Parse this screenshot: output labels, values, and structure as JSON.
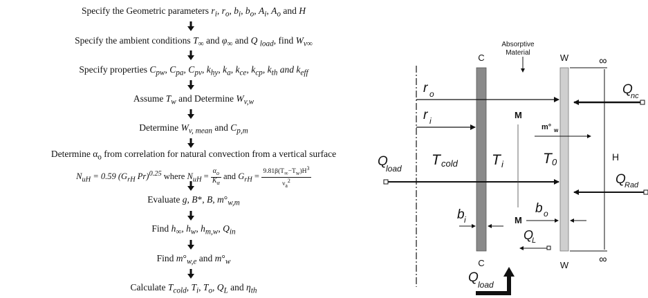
{
  "flowchart": {
    "steps": [
      "Specify the Geometric parameters r_i, r_o, b_i, b_o, A_i, A_o and H",
      "Specify the ambient conditions T_∞ and φ_∞ and Q_load, find W_v∞",
      "Specify properties C_pw, C_pa, C_pv, k_hy, k_a, k_ce, k_cp, k_th and k_eff",
      "Assume T_w and Determine W_v,w",
      "Determine W_v, mean and C_p,m",
      "Determine α_o from correlation for natural convection from a vertical surface",
      "N_uH = 0.59 (G_rH Pr)^0.25 where N_uH = α_o/K_a and G_rH = 9.81β(T∞−T_w)H³/ν_a²",
      "Evaluate g, B*, B, m°_w,m",
      "Find h_∞, h_w, h_m,w, Q_in",
      "Find m°_w,e and m°_w",
      "Calculate T_cold, T_i, T_o, Q_L and η_th"
    ]
  },
  "diagram": {
    "label_absorptive": "Absorptive",
    "label_material": "Material",
    "label_c_top": "C",
    "label_c_bottom": "C",
    "label_w_top": "W",
    "label_w_bottom": "W",
    "label_inf_top": "∞",
    "label_inf_bottom": "∞",
    "label_ro": "r",
    "label_ro_sub": "o",
    "label_ri": "r",
    "label_ri_sub": "i",
    "label_m_top": "M",
    "label_m_bottom": "M",
    "label_mw": "m°",
    "label_mw_sub": "w",
    "label_tcold": "T",
    "label_tcold_sub": "cold",
    "label_ti": "T",
    "label_ti_sub": "i",
    "label_to": "T",
    "label_to_sub": "0",
    "label_h": "H",
    "label_qload": "Q",
    "label_qload_sub": "load",
    "label_qnc": "Q",
    "label_qnc_sub": "nc",
    "label_qrad": "Q",
    "label_qrad_sub": "Rad",
    "label_bi": "b",
    "label_bi_sub": "i",
    "label_bo": "b",
    "label_bo_sub": "o",
    "label_ql": "Q",
    "label_ql_sub": "L",
    "label_qload_bottom": "Q",
    "label_qload_bottom_sub": "load"
  }
}
